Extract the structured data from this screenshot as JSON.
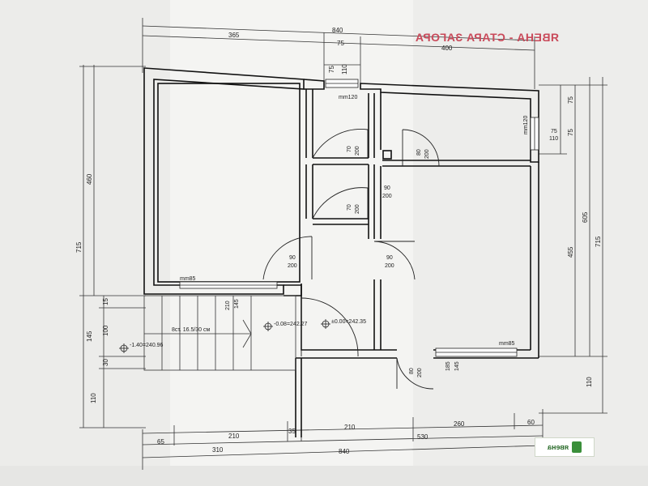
{
  "watermark": "ЯВЕНА - СТАРА ЗАГОРА",
  "logo": {
    "brand": "явена"
  },
  "dims": {
    "top_overall": "840",
    "top_left": "365",
    "top_window_w": "75",
    "top_right": "400",
    "win_small_w": "75",
    "win_small_h": "110",
    "bottom_overall": "840",
    "bottom_310": "310",
    "bottom_530": "530",
    "bottom_65": "65",
    "bottom_210a": "210",
    "bottom_35": "35",
    "bottom_210b": "210",
    "bottom_260": "260",
    "bottom_60": "60",
    "left_715": "715",
    "left_460": "460",
    "left_145": "145",
    "left_15": "15",
    "left_100": "100",
    "left_30": "30",
    "left_110": "110",
    "right_75a": "75",
    "right_75b": "75",
    "right_605": "605",
    "right_455": "455",
    "right_715": "715",
    "right_110": "110"
  },
  "labels": {
    "win_top": "mm120",
    "win_right": "mm120",
    "win_right_w": "75",
    "win_right_h": "110",
    "win_left_bottom": "mm85",
    "win_right_bottom": "mm85",
    "door_wc1_w": "70",
    "door_wc1_h": "200",
    "door_wc2_w": "70",
    "door_wc2_h": "200",
    "door_corr_w": "90",
    "door_corr_h": "200",
    "door_right_room_w": "80",
    "door_right_room_h": "200",
    "door_left_room_w": "90",
    "door_left_room_h": "200",
    "door_right2_w": "90",
    "door_right2_h": "200",
    "door_entry_w": "80",
    "door_entry_h": "200",
    "win_bottom_185": "185",
    "win_bottom_145": "145",
    "stairs_210": "210",
    "stairs_145": "145",
    "stairs": "8ст. 16.5/30 см",
    "level_left": "-1.40=240.96",
    "level_mid": "-0.08=242.27",
    "level_right": "±0.00=242.35"
  }
}
